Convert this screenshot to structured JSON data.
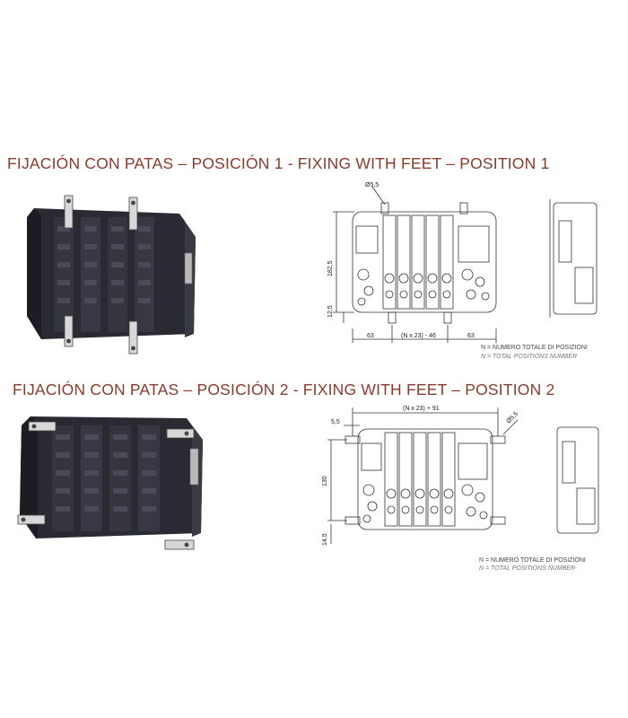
{
  "titles": {
    "position1": "FIJACIÓN CON PATAS – POSICIÓN 1 - FIXING WITH FEET – POSITION 1",
    "position2": "FIJACIÓN CON PATAS – POSICIÓN 2 - FIXING WITH FEET – POSITION 2"
  },
  "drawing1": {
    "hole": "Ø5,5",
    "height": "182,5",
    "foot_height": "12,5",
    "left_width": "63",
    "middle_width": "(N x 23) - 46",
    "right_width": "63",
    "note_it": "N = NUMERO TOTALE DI POSIZIONI",
    "note_en": "N = TOTAL POSITIONS NUMBER"
  },
  "drawing2": {
    "top_width": "(N x 23) + 91",
    "foot_offset": "5,5",
    "hole": "Ø5,5",
    "height": "130",
    "foot_height": "14,5",
    "note_it": "N = NUMERO TOTALE DI POSIZIONI",
    "note_en": "N = TOTAL POSITIONS NUMBER"
  },
  "colors": {
    "title": "#8a3b2b",
    "product_body": "#2a2a33",
    "line": "#333333"
  }
}
